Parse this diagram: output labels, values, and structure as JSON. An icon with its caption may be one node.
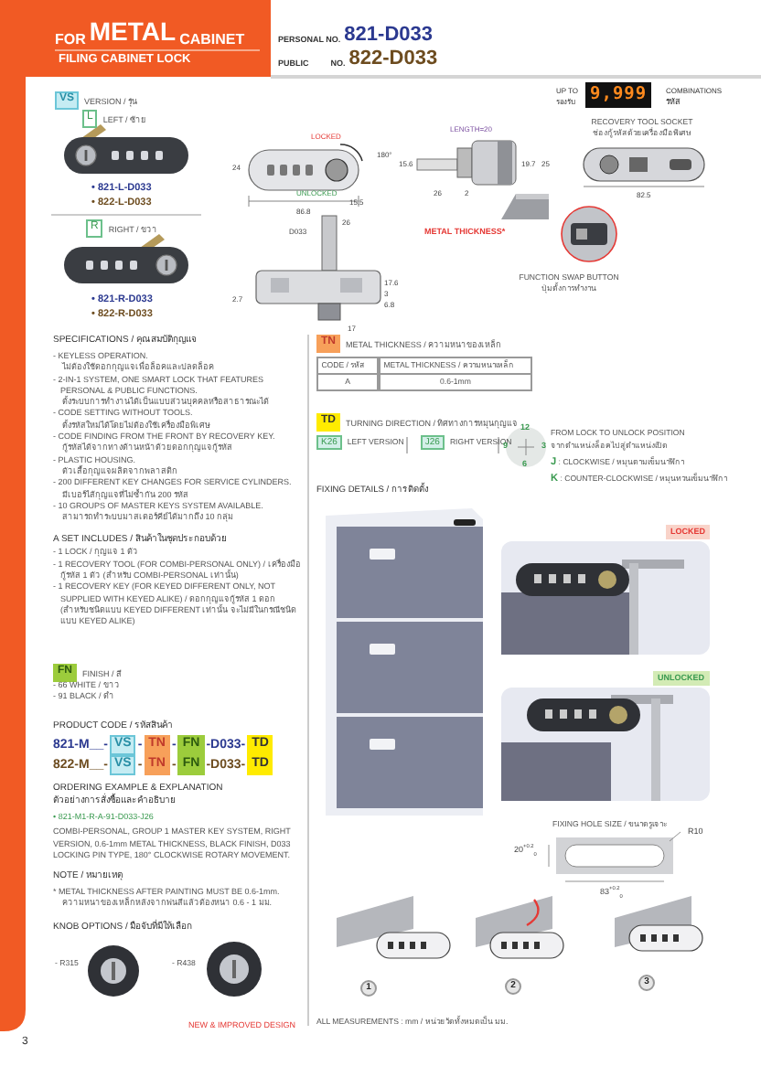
{
  "diagram": {
    "labels": [
      "FOR",
      "METAL",
      "CABINET",
      "FILING CABINET LOCK",
      "PERSONAL NO.",
      "821-D033",
      "PUBLIC",
      "NO.",
      "822-D033",
      "VS",
      "VERSION / รุ่น",
      "L",
      "LEFT / ซ้าย",
      "• 821-L-D033",
      "• 822-L-D033",
      "R",
      "RIGHT / ขวา",
      "• 821-R-D033",
      "• 822-R-D033",
      "LOCKED",
      "180°",
      "UNLOCKED",
      "24",
      "15.5",
      "86.8",
      "D033",
      "26",
      "17.6",
      "3",
      "6.8",
      "2.7",
      "17",
      "LENGTH=20",
      "15.6",
      "19.7",
      "25",
      "26",
      "2",
      "UP TO",
      "รองรับ",
      "9,999",
      "COMBINATIONS",
      "รหัส",
      "RECOVERY TOOL SOCKET",
      "ช่องกู้รหัสด้วยเครื่องมือพิเศษ",
      "82.5",
      "METAL THICKNESS*",
      "FUNCTION SWAP BUTTON",
      "ปุ่มตั้งการทำงาน",
      "SPECIFICATIONS / คุณสมบัติกุญแจ",
      "- KEYLESS OPERATION.",
      "ไม่ต้องใช้ดอกกุญแจเพื่อล็อคและปลดล็อค",
      "- 2-IN-1 SYSTEM, ONE SMART LOCK THAT FEATURES PERSONAL & PUBLIC FUNCTIONS.",
      "ตั้งระบบการทำงานได้เป็นแบบส่วนบุคคลหรือสาธารณะได้",
      "- CODE SETTING WITHOUT TOOLS.",
      "ตั้งรหัสใหม่ได้โดยไม่ต้องใช้เครื่องมือพิเศษ",
      "- CODE FINDING FROM THE FRONT BY RECOVERY KEY.",
      "กู้รหัสได้จากทางด้านหน้าด้วยดอกกุญแจกู้รหัส",
      "- PLASTIC HOUSING.",
      "ตัวเสื้อกุญแจผลิตจากพลาสติก",
      "- 200 DIFFERENT KEY CHANGES FOR SERVICE CYLINDERS.",
      "มีเบอร์ไส้กุญแจที่ไม่ซ้ำกัน 200 รหัส",
      "- 10 GROUPS OF MASTER KEYS SYSTEM AVAILABLE.",
      "สามารถทำระบบมาสเตอร์คีย์ได้มากถึง 10 กลุ่ม",
      "A SET INCLUDES / สินค้าในชุดประกอบด้วย",
      "- 1 LOCK / กุญแจ 1 ตัว",
      "- 1 RECOVERY TOOL (FOR COMBI-PERSONAL ONLY) / เครื่องมือกู้รหัส 1 ตัว (สำหรับ COMBI-PERSONAL เท่านั้น)",
      "- 1 RECOVERY KEY (FOR KEYED DIFFERENT ONLY, NOT SUPPLIED WITH KEYED ALIKE) / ดอกกุญแจกู้รหัส 1 ดอก (สำหรับชนิดแบบ KEYED DIFFERENT เท่านั้น จะไม่มีในกรณีชนิดแบบ KEYED ALIKE)",
      "FN",
      "FINISH / สี",
      "- 66 WHITE / ขาว",
      "- 91 BLACK / ดำ",
      "PRODUCT CODE / รหัสสินค้า",
      "821-M__-",
      "VS",
      "-",
      "TN",
      "-",
      "FN",
      "-D033-",
      "TD",
      "822-M__-",
      "VS",
      "-",
      "TN",
      "-",
      "FN",
      "-D033-",
      "TD",
      "ORDERING EXAMPLE & EXPLANATION",
      "ตัวอย่างการสั่งซื้อและคำอธิบาย",
      "• 821-M1-R-A-91-D033-J26",
      "COMBI-PERSONAL, GROUP 1 MASTER KEY SYSTEM, RIGHT VERSION, 0.6-1mm METAL THICKNESS, BLACK FINISH, D033 LOCKING PIN TYPE, 180° CLOCKWISE ROTARY MOVEMENT.",
      "NOTE / หมายเหตุ",
      "* METAL THICKNESS AFTER PAINTING MUST BE 0.6-1mm.",
      "ความหนาของเหล็กหลังจากพ่นสีแล้วต้องหนา 0.6 - 1 มม.",
      "KNOB OPTIONS / มือจับที่มีให้เลือก",
      "- R315",
      "- R438",
      "NEW & IMPROVED DESIGN",
      "3",
      "TN",
      "METAL THICKNESS / ความหนาของเหล็ก",
      "CODE / รหัส",
      "METAL THICKNESS / ความหนาเหล็ก",
      "A",
      "0.6-1mm",
      "TD",
      "TURNING DIRECTION / ทิศทางการหมุนกุญแจ",
      "K26",
      "LEFT VERSION",
      "J26",
      "RIGHT VERSION",
      "12",
      "9",
      "3",
      "6",
      "FROM LOCK TO UNLOCK POSITION",
      "จากตำแหน่งล็อคไปสู่ตำแหน่งเปิด",
      "**J** : CLOCKWISE / หมุนตามเข็มนาฬิกา",
      "**K** : COUNTER-CLOCKWISE / หมุนทวนเข็มนาฬิกา",
      "FIXING DETAILS / การติดตั้ง",
      "LOCKED",
      "UNLOCKED",
      "FIXING HOLE SIZE / ขนาดรูเจาะ",
      "R10",
      "20$^{+0.2}$$_{0}$",
      "83$^{+0.2}$$_{0}$",
      "1",
      "2",
      "3",
      "ALL MEASUREMENTS : mm / หน่วยวัดทั้งหมดเป็น มม."
    ]
  }
}
